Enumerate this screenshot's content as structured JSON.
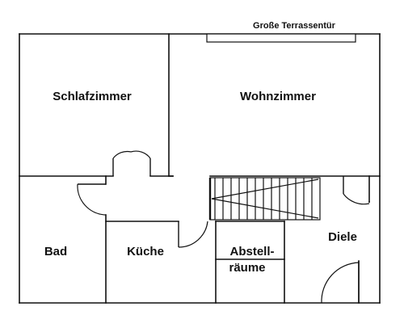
{
  "plan": {
    "window_label": "Große Terrassentür",
    "rooms": {
      "schlafzimmer": "Schlafzimmer",
      "wohnzimmer": "Wohnzimmer",
      "bad": "Bad",
      "kueche": "Küche",
      "abstell_line1": "Abstell-",
      "abstell_line2": "räume",
      "diele": "Diele"
    }
  }
}
